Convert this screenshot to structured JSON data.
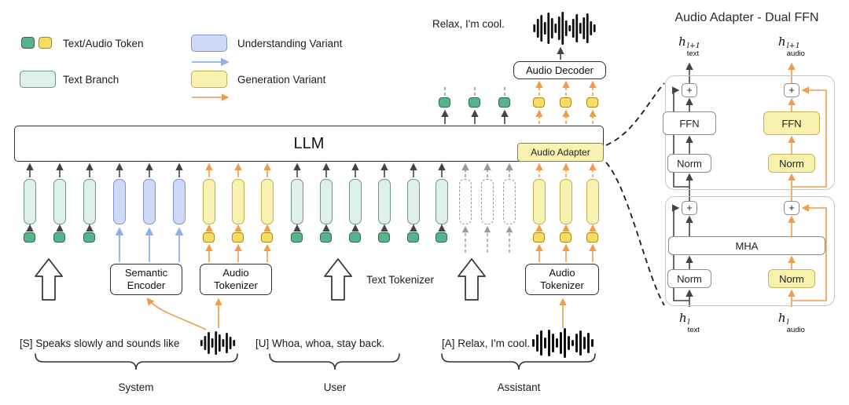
{
  "colors": {
    "token_green": "#58b28c",
    "token_green_border": "#2c6f53",
    "token_yellow": "#f7dd66",
    "token_yellow_border": "#a8891c",
    "branch_teal": "#ddf1e9",
    "branch_teal_border": "#72948a",
    "understanding_lavender": "#cfdaf7",
    "understanding_border": "#8294cb",
    "generation_yellow": "#f9f2b0",
    "generation_border": "#bfae53",
    "arrow_dark": "#444444",
    "arrow_orange": "#ef9d4b",
    "arrow_blue": "#8fb0ea",
    "arrow_gray": "#9a9a9a"
  },
  "legend": {
    "token_label": "Text/Audio Token",
    "text_branch_label": "Text Branch",
    "understanding_label": "Understanding Variant",
    "generation_label": "Generation Variant"
  },
  "top": {
    "output_text": "Relax, I'm cool.",
    "audio_decoder": "Audio Decoder"
  },
  "llm": {
    "label": "LLM",
    "audio_adapter": "Audio Adapter"
  },
  "modules": {
    "semantic_encoder": [
      "Semantic",
      "Encoder"
    ],
    "audio_tokenizer": [
      "Audio",
      "Tokenizer"
    ],
    "text_tokenizer": "Text Tokenizer"
  },
  "transcript": {
    "system_text": "[S] Speaks slowly and sounds like",
    "user_text": "[U] Whoa, whoa, stay back.",
    "assistant_text": "[A] Relax, I'm cool.",
    "system_label": "System",
    "user_label": "User",
    "assistant_label": "Assistant"
  },
  "adapter": {
    "title": "Audio Adapter - Dual FFN",
    "var": "h",
    "sup_next": "l+1",
    "sup_cur": "l",
    "sub_text": "text",
    "sub_audio": "audio",
    "plus": "+",
    "ffn": "FFN",
    "norm": "Norm",
    "mha": "MHA"
  },
  "sequence": {
    "embed_groups": [
      {
        "type": "teal",
        "count": 3,
        "arrow": "dark"
      },
      {
        "type": "lavender",
        "count": 3,
        "arrow": "dark"
      },
      {
        "type": "yellow",
        "count": 3,
        "arrow": "orange"
      },
      {
        "type": "teal",
        "count": 6,
        "arrow": "dark"
      },
      {
        "type": "dashed",
        "count": 3,
        "arrow": "gray-dashed"
      },
      {
        "type": "yellow",
        "count": 3,
        "arrow": "orange-dashed"
      }
    ],
    "token_groups": [
      {
        "type": "green",
        "count": 3,
        "arrow": "dark"
      },
      {
        "type": "none",
        "count": 3
      },
      {
        "type": "yellow",
        "count": 3,
        "arrow": "orange"
      },
      {
        "type": "green",
        "count": 6,
        "arrow": "dark"
      },
      {
        "type": "none",
        "count": 3
      },
      {
        "type": "yellow",
        "count": 3,
        "arrow": "orange-dashed"
      }
    ],
    "output_token_groups": [
      {
        "type": "green",
        "count": 3,
        "arrow": "dark",
        "up": "gray-dashed",
        "up_head": false
      },
      {
        "type": "yellow",
        "count": 3,
        "arrow": "orange-dashed",
        "up": "orange-dashed",
        "up_head": true
      }
    ]
  }
}
